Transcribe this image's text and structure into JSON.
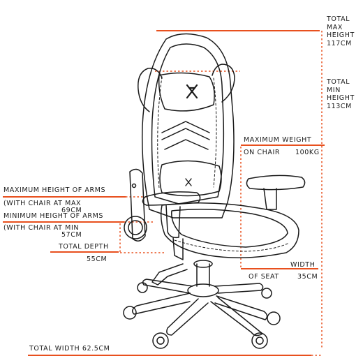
{
  "accent_color": "#e8501e",
  "line_color": "#1a1a1a",
  "labels": {
    "total_max_height": "TOTAL\nMAX\nHEIGHT\n117CM",
    "total_min_height": "TOTAL\nMIN\nHEIGHT\n113CM",
    "max_weight_title": "MAXIMUM WEIGHT",
    "max_weight_on": "ON CHAIR",
    "max_weight_value": "100KG",
    "max_arm_title": "MAXIMUM HEIGHT OF ARMS",
    "max_arm_sub": "(WITH CHAIR AT MAX",
    "max_arm_value": "69CM",
    "min_arm_title": "MINIMUM HEIGHT OF ARMS",
    "min_arm_sub": "(WITH CHAIR AT MIN",
    "min_arm_value": "57CM",
    "total_depth_title": "TOTAL DEPTH",
    "total_depth_value": "55CM",
    "width_title": "WIDTH",
    "width_sub": "OF SEAT",
    "width_value": "35CM",
    "total_width": "TOTAL WIDTH 62.5CM"
  }
}
